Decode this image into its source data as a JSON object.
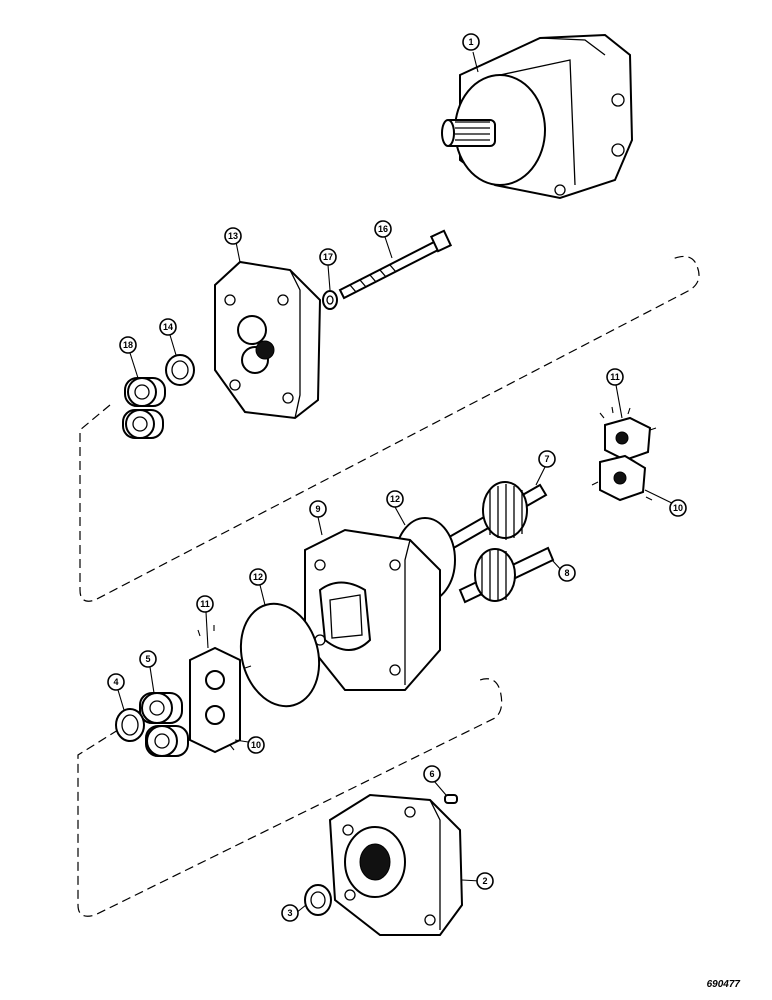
{
  "callouts": {
    "c1": "1",
    "c2": "2",
    "c3": "3",
    "c4": "4",
    "c5": "5",
    "c6": "6",
    "c7": "7",
    "c8": "8",
    "c9": "9",
    "c10a": "10",
    "c10b": "10",
    "c11a": "11",
    "c11b": "11",
    "c12a": "12",
    "c12b": "12",
    "c13": "13",
    "c14": "14",
    "c16": "16",
    "c17": "17",
    "c18": "18"
  },
  "ref_code": "690477"
}
